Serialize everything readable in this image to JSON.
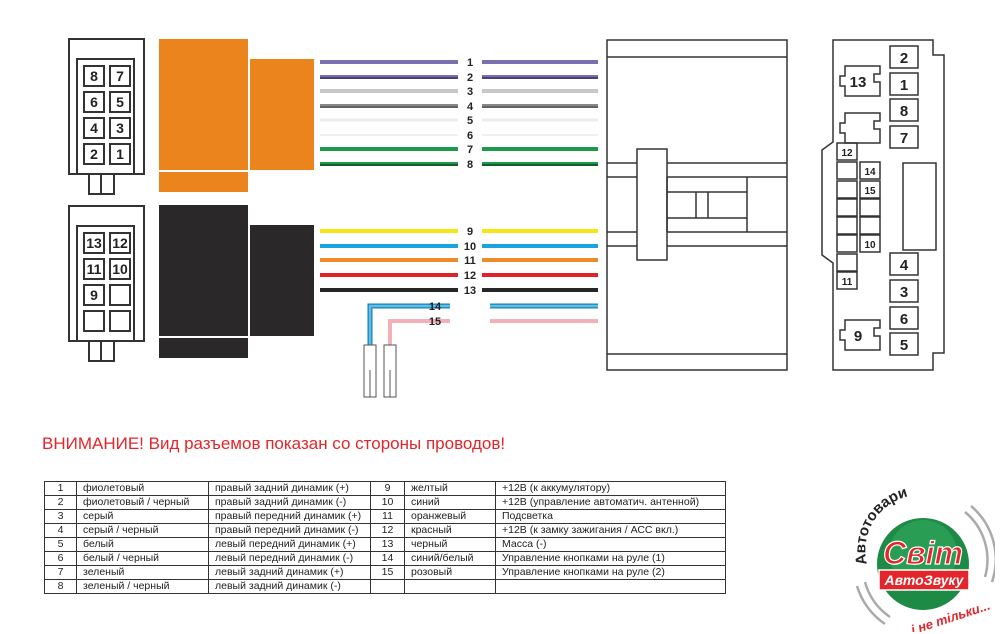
{
  "warning": "ВНИМАНИЕ! Вид разъемов показан со стороны проводов!",
  "wires": [
    {
      "pin": "1",
      "color": "#7b6fb0",
      "stripe": null,
      "name": "фиолетовый",
      "function": "правый задний динамик (+)"
    },
    {
      "pin": "2",
      "color": "#7b6fb0",
      "stripe": "#3a3460",
      "name": "фиолетовый / черный",
      "function": "правый задний динамик (-)"
    },
    {
      "pin": "3",
      "color": "#c8c8c8",
      "stripe": null,
      "name": "серый",
      "function": "правый передний динамик (+)"
    },
    {
      "pin": "4",
      "color": "#8a8a8a",
      "stripe": "#555555",
      "name": "серый / черный",
      "function": "правый передний динамик (-)"
    },
    {
      "pin": "5",
      "color": "#ececec",
      "stripe": null,
      "name": "белый",
      "function": "левый передний динамик (+)"
    },
    {
      "pin": "6",
      "color": "#ececec",
      "stripe": "#444444",
      "name": "белый / черный",
      "function": "левый передний динамик (-)"
    },
    {
      "pin": "7",
      "color": "#1a9a4a",
      "stripe": null,
      "name": "зеленый",
      "function": "левый задний динамик (+)"
    },
    {
      "pin": "8",
      "color": "#1a9a4a",
      "stripe": "#0b4a24",
      "name": "зеленый / черный",
      "function": "левый задний динамик (-)"
    },
    {
      "pin": "9",
      "color": "#f5e614",
      "stripe": null,
      "name": "желтый",
      "function": "+12В (к аккумулятору)"
    },
    {
      "pin": "10",
      "color": "#1aa3dc",
      "stripe": null,
      "name": "синий",
      "function": "+12В (управление автоматич. антенной)"
    },
    {
      "pin": "11",
      "color": "#ee8a2a",
      "stripe": null,
      "name": "оранжевый",
      "function": "Подсветка"
    },
    {
      "pin": "12",
      "color": "#e0202a",
      "stripe": null,
      "name": "красный",
      "function": "+12В (к замку зажигания / АСС вкл.)"
    },
    {
      "pin": "13",
      "color": "#262626",
      "stripe": null,
      "name": "черный",
      "function": "Масса (-)"
    },
    {
      "pin": "14",
      "color": "#5bc0ea",
      "stripe": "#1a7fb0",
      "name": "синий/белый",
      "function": "Управление кнопками на руле (1)"
    },
    {
      "pin": "15",
      "color": "#f2b0b8",
      "stripe": null,
      "name": "розовый",
      "function": "Управление кнопками на руле (2)"
    }
  ],
  "left_connector_a": {
    "pins": [
      "8",
      "7",
      "6",
      "5",
      "4",
      "3",
      "2",
      "1"
    ],
    "color": "#ec841e"
  },
  "left_connector_b": {
    "pins": [
      "13",
      "12",
      "11",
      "10",
      "9",
      "",
      "",
      ""
    ],
    "color": "#2a2828"
  },
  "right_connector": {
    "pins_big": [
      "2",
      "1",
      "8",
      "7",
      "4",
      "3",
      "6",
      "5"
    ],
    "latch_pins": [
      "13",
      "9"
    ],
    "small_pins": [
      "12",
      "14",
      "15",
      "10",
      "11"
    ]
  },
  "logo": {
    "top": "Автотовари",
    "main": "Світ",
    "sub": "АвтоЗвуку",
    "bottom": "і не тільки..."
  }
}
